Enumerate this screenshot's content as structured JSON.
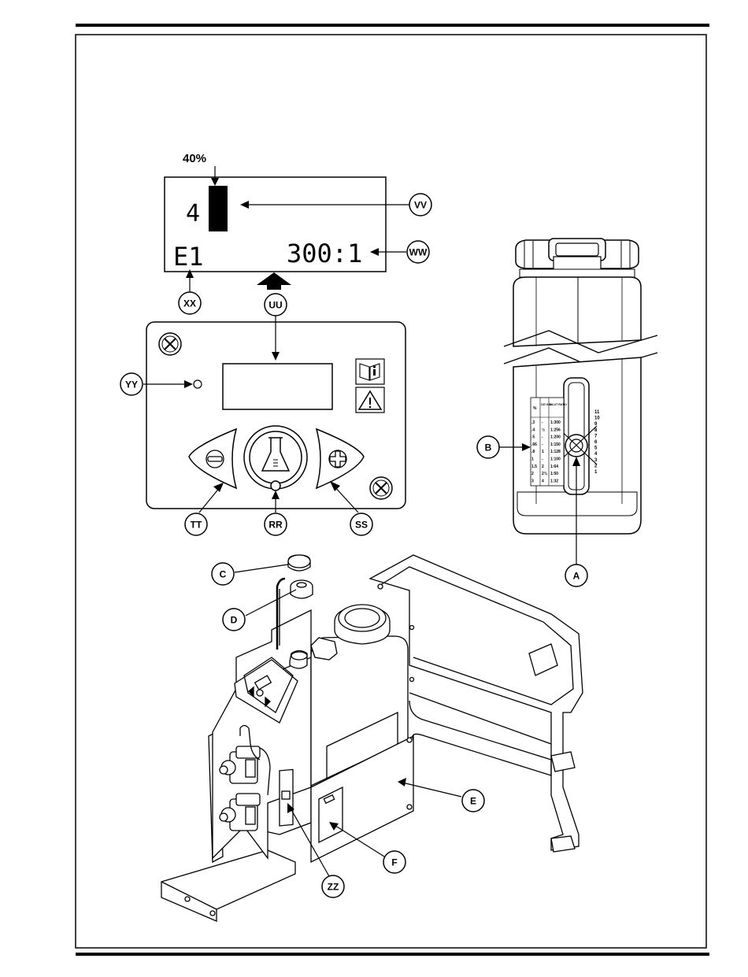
{
  "display": {
    "percent_label": "40%",
    "level_number": "4",
    "error_code": "E1",
    "ratio": "300:1",
    "level_fraction": 0.4
  },
  "callouts": {
    "vv": "VV",
    "ww": "WW",
    "xx": "XX",
    "uu": "UU",
    "yy": "YY",
    "tt": "TT",
    "rr": "RR",
    "ss": "SS",
    "a": "A",
    "b": "B",
    "c": "C",
    "d": "D",
    "e": "E",
    "f": "F",
    "zz": "ZZ"
  },
  "scale_table": {
    "headers": [
      "%",
      "OZ/ GAL",
      "DILUT RATIO"
    ],
    "rows": [
      [
        ".3",
        "-",
        "1:300"
      ],
      [
        ".4",
        "½",
        "1:256"
      ],
      [
        ".5",
        "-",
        "1:200"
      ],
      [
        ".66",
        "-",
        "1:150"
      ],
      [
        ".8",
        "1",
        "1:128"
      ],
      [
        "1",
        "-",
        "1:100"
      ],
      [
        "1.5",
        "2",
        "1:64"
      ],
      [
        "2",
        "2¾",
        "1:50"
      ],
      [
        "3",
        "4",
        "1:32"
      ]
    ],
    "side_numbers": [
      "11",
      "10",
      "9",
      "8",
      "7",
      "6",
      "5",
      "4",
      "3",
      "2",
      "1"
    ]
  }
}
